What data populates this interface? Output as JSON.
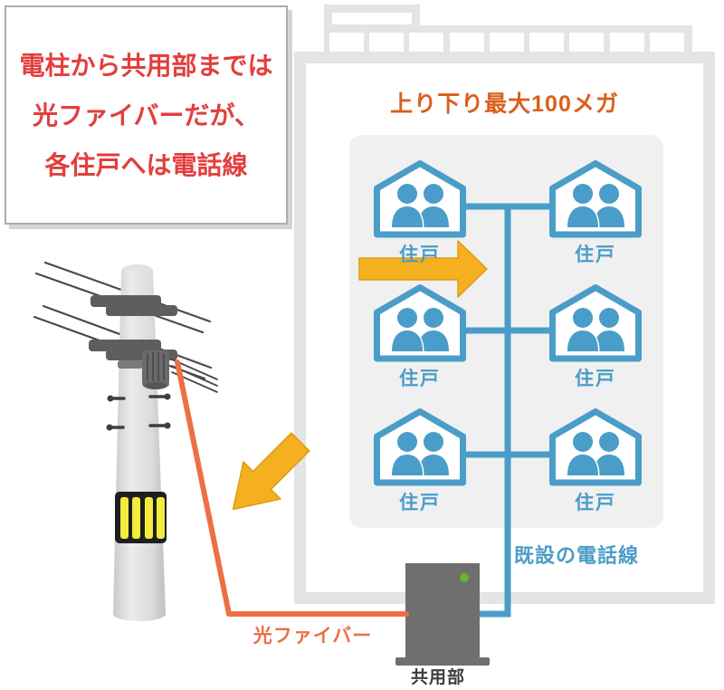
{
  "note": {
    "lines": [
      "電柱から共用部までは",
      "光ファイバーだが、",
      "各住戸へは電話線"
    ]
  },
  "building": {
    "title": "上り下り最大100メガ",
    "units": [
      {
        "label": "住戸"
      },
      {
        "label": "住戸"
      },
      {
        "label": "住戸"
      },
      {
        "label": "住戸"
      },
      {
        "label": "住戸"
      },
      {
        "label": "住戸"
      }
    ],
    "phone_line_label": "既設の電話線"
  },
  "fiber_label": "光ファイバー",
  "device": {
    "label": "共用部"
  },
  "icons": {
    "house": "house-icon",
    "residents": "residents-icon",
    "utility_pole": "utility-pole-icon",
    "transformer": "transformer-icon",
    "hazard_stripes": "hazard-stripes-icon",
    "arrow_right": "arrow-right-icon",
    "arrow_down_left": "arrow-down-left-icon",
    "status_led": "status-led-icon"
  },
  "colors": {
    "blue": "#4A9DC8",
    "orange_title": "#DA5F1C",
    "orange_fiber": "#ED7044",
    "red_note": "#E33E3E",
    "yellow_arrow": "#F4B01E",
    "green_led": "#62BA26",
    "wall_gray": "#E4E4E5",
    "panel_gray": "#F0F0F1",
    "device_gray": "#6F6F6F"
  }
}
